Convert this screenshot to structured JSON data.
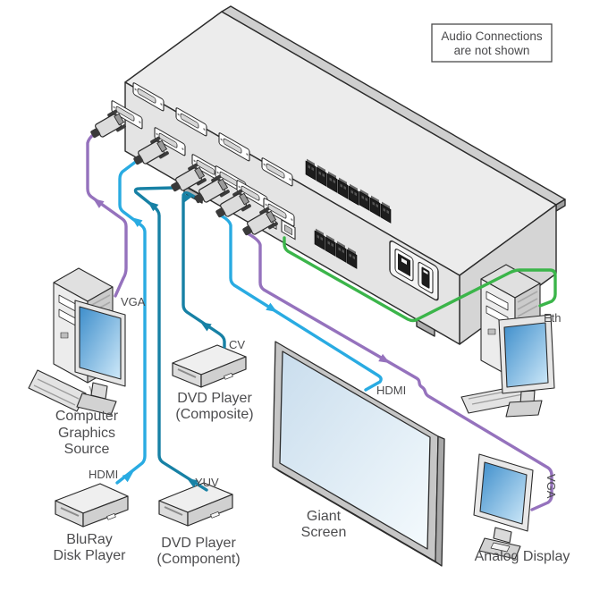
{
  "note": {
    "line1": "Audio Connections",
    "line2": "are not shown"
  },
  "labels": {
    "vga_source": "VGA",
    "hdmi_source": "HDMI",
    "cv": "CV",
    "yuv": "YUV",
    "hdmi_display": "HDMI",
    "eth": "Eth",
    "vga_display": "VGA"
  },
  "devices": {
    "computer_graphics_source": {
      "caption": [
        "Computer",
        "Graphics",
        "Source"
      ]
    },
    "bluray_disk_player": {
      "caption": [
        "BluRay",
        "Disk Player"
      ]
    },
    "dvd_player_component": {
      "caption": [
        "DVD Player",
        "(Component)"
      ]
    },
    "dvd_player_composite": {
      "caption": [
        "DVD Player",
        "(Composite)"
      ]
    },
    "giant_screen": {
      "caption": [
        "Giant",
        "Screen"
      ]
    },
    "analog_display": {
      "caption": [
        "Analog Display"
      ]
    }
  },
  "colors": {
    "vga_cable": "#9572bd",
    "hdmi_cable": "#29abe2",
    "video_cable": "#1781a5",
    "eth_cable": "#3bb54a",
    "outline": "#2b2b2b",
    "text": "#4d4d4f"
  },
  "connections": [
    {
      "from": "Computer Graphics Source",
      "to": "switcher input",
      "label": "VGA",
      "color": "vga_cable"
    },
    {
      "from": "BluRay Disk Player",
      "to": "switcher input",
      "label": "HDMI",
      "color": "hdmi_cable"
    },
    {
      "from": "DVD Player (Component)",
      "to": "switcher input",
      "label": "YUV",
      "color": "video_cable"
    },
    {
      "from": "DVD Player (Composite)",
      "to": "switcher input",
      "label": "CV",
      "color": "video_cable"
    },
    {
      "from": "switcher output",
      "to": "Giant Screen",
      "label": "HDMI",
      "color": "hdmi_cable"
    },
    {
      "from": "switcher output",
      "to": "Analog Display",
      "label": "VGA",
      "color": "vga_cable"
    },
    {
      "from": "switcher",
      "to": "control PC",
      "label": "Eth",
      "color": "eth_cable"
    }
  ]
}
